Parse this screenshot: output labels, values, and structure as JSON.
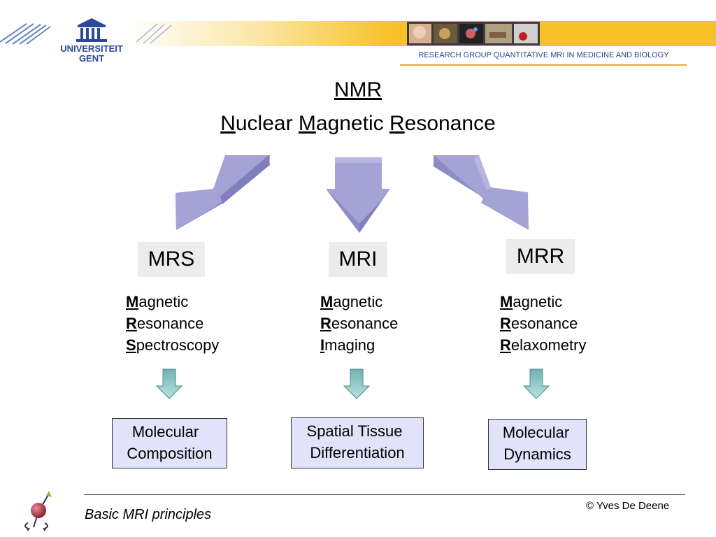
{
  "header": {
    "logo_line1": "UNIVERSITEIT",
    "logo_line2": "GENT",
    "research_label": "RESEARCH GROUP  QUANTITATIVE MRI IN MEDICINE AND BIOLOGY",
    "colors": {
      "band": "#f7c229",
      "logo": "#2b4a9a"
    }
  },
  "title": "NMR",
  "subtitle": {
    "parts": [
      {
        "first": "N",
        "rest": "uclear "
      },
      {
        "first": "M",
        "rest": "agnetic "
      },
      {
        "first": "R",
        "rest": "esonance"
      }
    ]
  },
  "techniques": [
    {
      "abbr": "MRS",
      "expansion": [
        {
          "first": "M",
          "rest": "agnetic"
        },
        {
          "first": "R",
          "rest": "esonance"
        },
        {
          "first": "S",
          "rest": "pectroscopy"
        }
      ],
      "outcome": [
        "Molecular",
        "Composition"
      ]
    },
    {
      "abbr": "MRI",
      "expansion": [
        {
          "first": "M",
          "rest": "agnetic"
        },
        {
          "first": "R",
          "rest": "esonance"
        },
        {
          "first": "I",
          "rest": "maging"
        }
      ],
      "outcome": [
        "Spatial Tissue",
        "Differentiation"
      ]
    },
    {
      "abbr": "MRR",
      "expansion": [
        {
          "first": "M",
          "rest": "agnetic"
        },
        {
          "first": "R",
          "rest": "esonance"
        },
        {
          "first": "R",
          "rest": "elaxometry"
        }
      ],
      "outcome": [
        "Molecular",
        "Dynamics"
      ]
    }
  ],
  "footer": {
    "left": "Basic MRI principles",
    "right": "© Yves De Deene"
  },
  "colors": {
    "arrow_fill": "#a3a3d6",
    "small_arrow_fill": "#8ac7c4",
    "outcome_fill": "#e2e2fa",
    "tech_box_fill": "#ececec"
  }
}
